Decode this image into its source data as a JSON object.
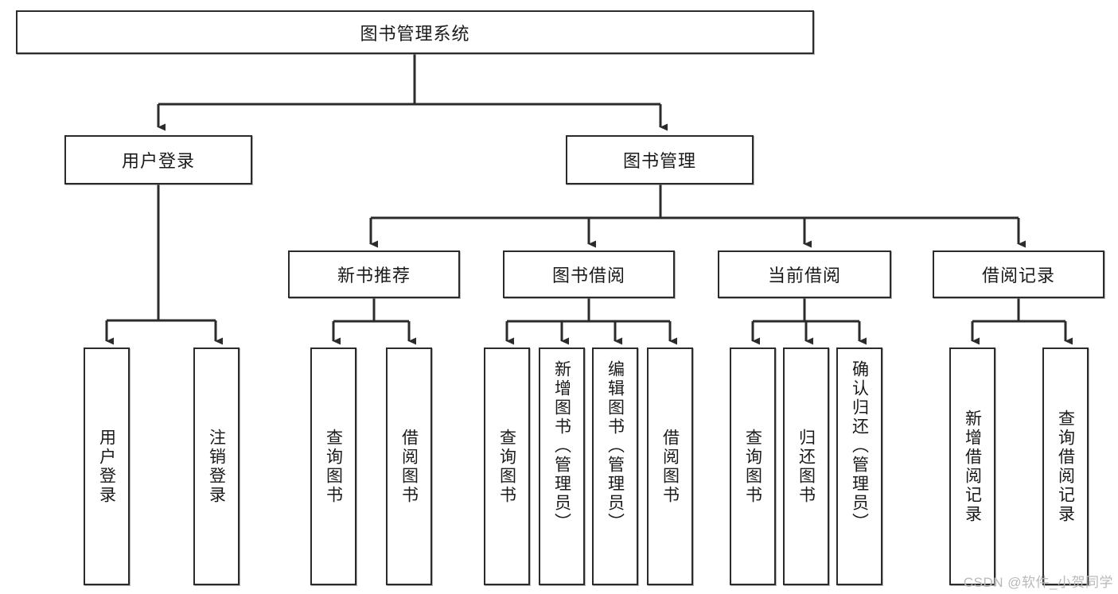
{
  "diagram": {
    "title": "图书管理系统",
    "type": "tree-hierarchy-diagram",
    "root": {
      "label": "图书管理系统"
    },
    "level2": [
      {
        "label": "用户登录"
      },
      {
        "label": "图书管理"
      }
    ],
    "level3": [
      {
        "label": "新书推荐"
      },
      {
        "label": "图书借阅"
      },
      {
        "label": "当前借阅"
      },
      {
        "label": "借阅记录"
      }
    ],
    "leaves": {
      "user_login": [
        {
          "label": "用户登录"
        },
        {
          "label": "注销登录"
        }
      ],
      "new_book_recommend": [
        {
          "label": "查询图书"
        },
        {
          "label": "借阅图书"
        }
      ],
      "book_borrow": [
        {
          "label": "查询图书"
        },
        {
          "label": "新增图书（管理员）"
        },
        {
          "label": "编辑图书（管理员）"
        },
        {
          "label": "借阅图书"
        }
      ],
      "current_borrow": [
        {
          "label": "查询图书"
        },
        {
          "label": "归还图书"
        },
        {
          "label": "确认归还（管理员）"
        }
      ],
      "borrow_record": [
        {
          "label": "新增借阅记录"
        },
        {
          "label": "查询借阅记录"
        }
      ]
    }
  },
  "watermark": {
    "text": "CSDN @软件_小贺同学"
  },
  "colors": {
    "border": "#2b2b2b",
    "background": "#ffffff",
    "text": "#1a1a1a",
    "watermark": "#b9b9b9"
  }
}
